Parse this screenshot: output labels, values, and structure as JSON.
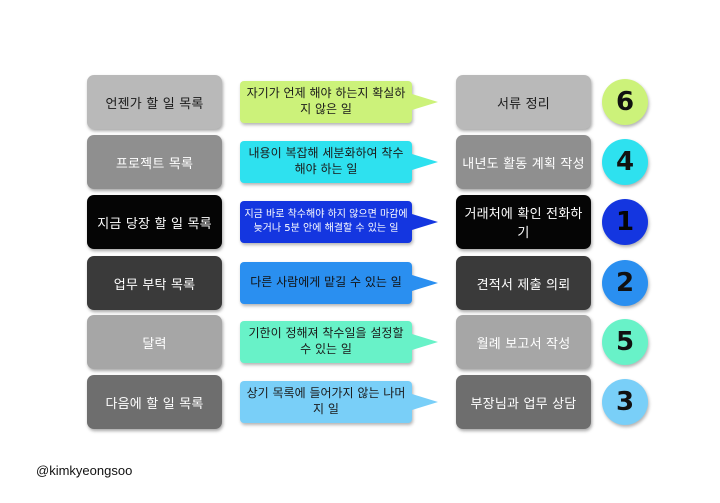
{
  "rows": [
    {
      "left_label": "언젠가 할 일 목록",
      "callout": "자기가 언제 해야 하는지 확실하지 않은 일",
      "task": "서류 정리",
      "number": "6",
      "colors": {
        "left_bg": "#b9b9b9",
        "left_fg": "#1a1a1a",
        "callout_bg": "#ccf27a",
        "callout_fg": "#1a1a1a",
        "right_bg": "#b9b9b9",
        "right_fg": "#1a1a1a",
        "circle_bg": "#ccf27a",
        "circle_fg": "#111111"
      }
    },
    {
      "left_label": "프로젝트 목록",
      "callout": "내용이 복잡해 세분화하여 착수해야 하는 일",
      "task": "내년도 활동 계획 작성",
      "number": "4",
      "colors": {
        "left_bg": "#8f8f8f",
        "left_fg": "#ffffff",
        "callout_bg": "#2ee1ef",
        "callout_fg": "#1a1a1a",
        "right_bg": "#8f8f8f",
        "right_fg": "#ffffff",
        "circle_bg": "#2ee1ef",
        "circle_fg": "#111111"
      }
    },
    {
      "left_label": "지금 당장 할 일 목록",
      "callout": "지금 바로 착수해야 하지 않으면 마감에 늦거나 5분 안에 해결할 수 있는 일",
      "task": "거래처에 확인 전화하기",
      "number": "1",
      "colors": {
        "left_bg": "#050505",
        "left_fg": "#ffffff",
        "callout_bg": "#1436e0",
        "callout_fg": "#ffffff",
        "right_bg": "#050505",
        "right_fg": "#ffffff",
        "circle_bg": "#1436e0",
        "circle_fg": "#050505"
      }
    },
    {
      "left_label": "업무 부탁 목록",
      "callout": "다른 사람에게 맡길 수 있는 일",
      "task": "견적서 제출 의뢰",
      "number": "2",
      "colors": {
        "left_bg": "#3a3a3a",
        "left_fg": "#ffffff",
        "callout_bg": "#2a8ff0",
        "callout_fg": "#111111",
        "right_bg": "#3a3a3a",
        "right_fg": "#ffffff",
        "circle_bg": "#2a8ff0",
        "circle_fg": "#111111"
      }
    },
    {
      "left_label": "달력",
      "callout": "기한이 정해져 착수일을 설정할 수 있는 일",
      "task": "월례 보고서 작성",
      "number": "5",
      "colors": {
        "left_bg": "#a6a6a6",
        "left_fg": "#ffffff",
        "callout_bg": "#68f2c8",
        "callout_fg": "#1a1a1a",
        "right_bg": "#a6a6a6",
        "right_fg": "#ffffff",
        "circle_bg": "#68f2c8",
        "circle_fg": "#111111"
      }
    },
    {
      "left_label": "다음에 할 일 목록",
      "callout": "상기 목록에 들어가지 않는 나머지 일",
      "task": "부장님과 업무 상담",
      "number": "3",
      "colors": {
        "left_bg": "#6e6e6e",
        "left_fg": "#ffffff",
        "callout_bg": "#79cff8",
        "callout_fg": "#1a1a1a",
        "right_bg": "#6e6e6e",
        "right_fg": "#ffffff",
        "circle_bg": "#79cff8",
        "circle_fg": "#111111"
      }
    }
  ],
  "credit": "@kimkyeongsoo"
}
